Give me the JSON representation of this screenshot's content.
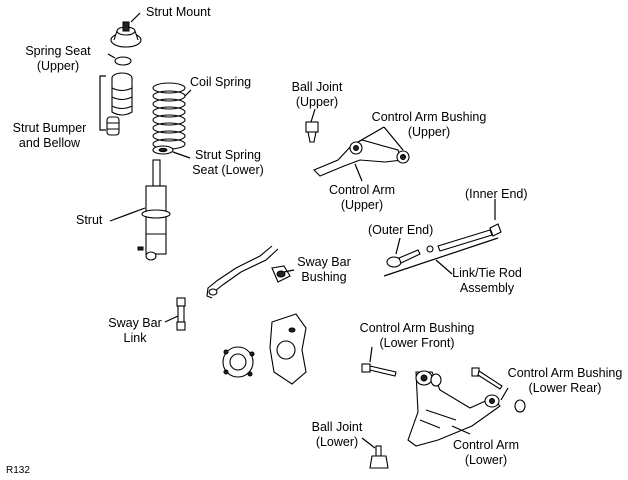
{
  "diagram": {
    "labels": {
      "strut_mount": "Strut Mount",
      "spring_seat_upper_1": "Spring Seat",
      "spring_seat_upper_2": "(Upper)",
      "coil_spring": "Coil Spring",
      "strut_bumper_1": "Strut Bumper",
      "strut_bumper_2": "and Bellow",
      "strut_spring_seat_lower_1": "Strut Spring",
      "strut_spring_seat_lower_2": "Seat (Lower)",
      "strut": "Strut",
      "ball_joint_upper_1": "Ball Joint",
      "ball_joint_upper_2": "(Upper)",
      "control_arm_bushing_upper_1": "Control Arm Bushing",
      "control_arm_bushing_upper_2": "(Upper)",
      "control_arm_upper_1": "Control Arm",
      "control_arm_upper_2": "(Upper)",
      "inner_end": "(Inner End)",
      "outer_end": "(Outer End)",
      "link_tie_rod_1": "Link/Tie Rod",
      "link_tie_rod_2": "Assembly",
      "sway_bar_bushing_1": "Sway Bar",
      "sway_bar_bushing_2": "Bushing",
      "sway_bar_link_1": "Sway Bar",
      "sway_bar_link_2": "Link",
      "control_arm_bushing_lower_front_1": "Control Arm Bushing",
      "control_arm_bushing_lower_front_2": "(Lower Front)",
      "control_arm_bushing_lower_rear_1": "Control Arm Bushing",
      "control_arm_bushing_lower_rear_2": "(Lower Rear)",
      "ball_joint_lower_1": "Ball Joint",
      "ball_joint_lower_2": "(Lower)",
      "control_arm_lower_1": "Control Arm",
      "control_arm_lower_2": "(Lower)"
    },
    "reference": "R132"
  }
}
